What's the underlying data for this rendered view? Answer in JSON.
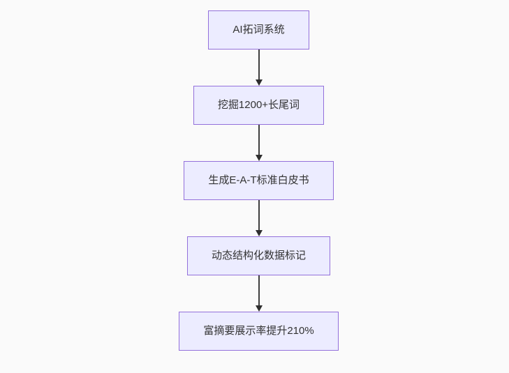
{
  "flowchart": {
    "direction": "top-down",
    "nodes": [
      {
        "id": "A",
        "label": "AI拓词系统"
      },
      {
        "id": "B",
        "label": "挖掘1200+长尾词"
      },
      {
        "id": "C",
        "label": "生成E-A-T标准白皮书"
      },
      {
        "id": "D",
        "label": "动态结构化数据标记"
      },
      {
        "id": "E",
        "label": "富摘要展示率提升210%"
      }
    ],
    "edges": [
      {
        "from": "A",
        "to": "B"
      },
      {
        "from": "B",
        "to": "C"
      },
      {
        "from": "C",
        "to": "D"
      },
      {
        "from": "D",
        "to": "E"
      }
    ],
    "colors": {
      "background": "#fafafa",
      "node_fill": "#ECECFF",
      "node_border": "#9370DB",
      "edge_line": "#3f3f3f",
      "arrowhead": "#2e2e2e",
      "text": "#333333"
    }
  }
}
